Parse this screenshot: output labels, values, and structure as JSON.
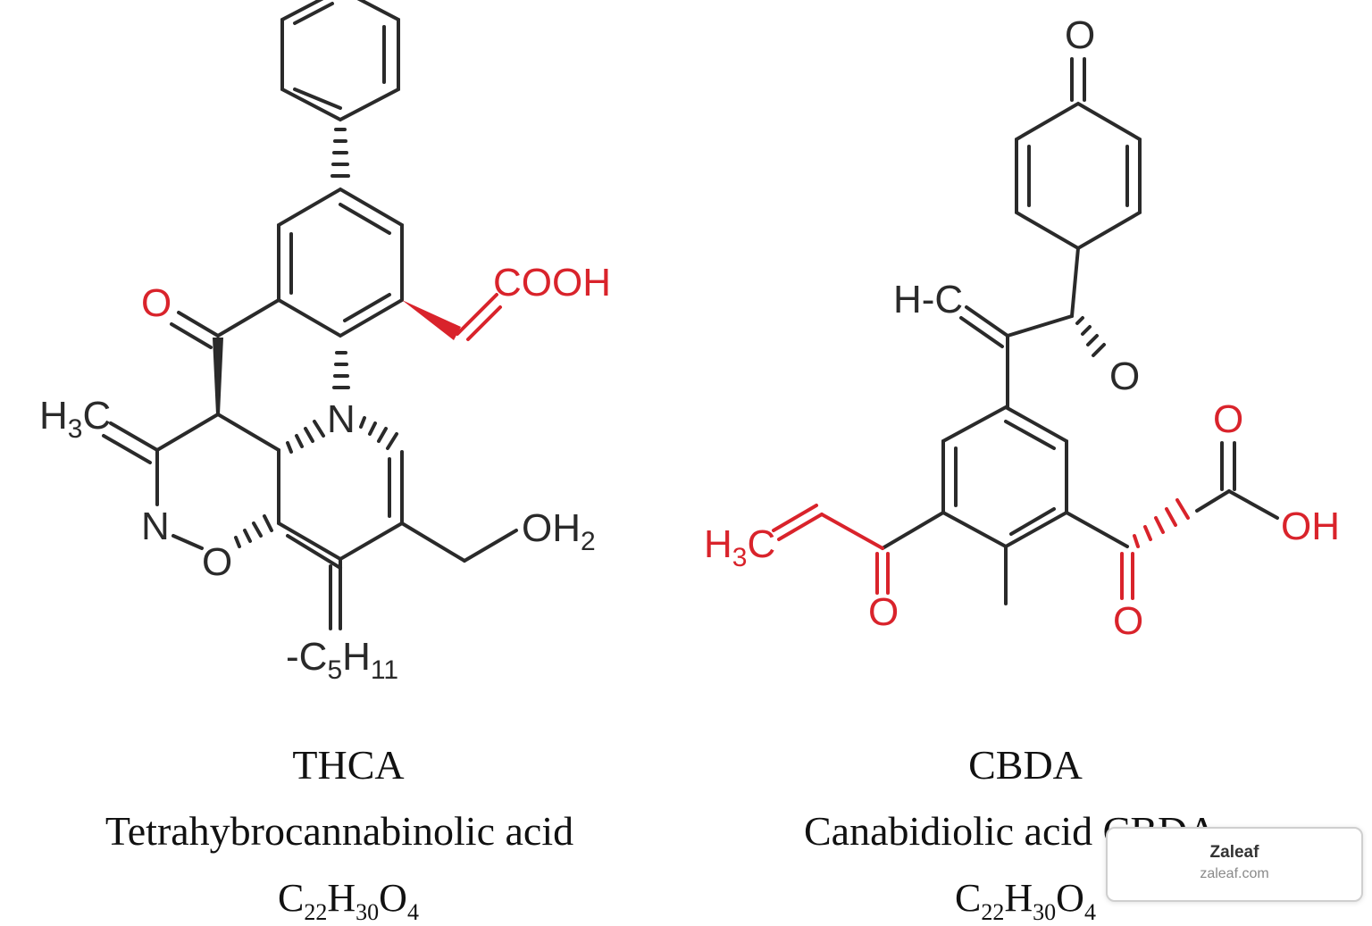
{
  "molecules": [
    {
      "abbrev": "THCA",
      "name": "Tetrahybrocannabinolic acid",
      "formula": {
        "c": "22",
        "h": "30",
        "o": "4"
      },
      "labels": {
        "cooh": "COOH",
        "ketone_o": "O",
        "h3c": "H",
        "h3c_sub": "3",
        "h3c_c": "C",
        "n_ring": "N",
        "n_link": "N",
        "o_ring": "O",
        "oh2": "OH",
        "oh2_sub": "2",
        "pentyl_pre": "-C",
        "pentyl_c_sub": "5",
        "pentyl_h": "H",
        "pentyl_h_sub": "11"
      }
    },
    {
      "abbrev": "CBDA",
      "name": "Canabidiolic acid CBDA",
      "formula": {
        "c": "22",
        "h": "30",
        "o": "4"
      },
      "labels": {
        "top_o": "O",
        "h_c": "H-C",
        "side_o": "O",
        "acid_o": "O",
        "oh": "OH",
        "h3c": "H",
        "h3c_sub": "3",
        "h3c_c": "C",
        "ketone_o_left": "O",
        "ketone_o_right": "O"
      }
    }
  ],
  "watermark": {
    "brand": "Zaleaf",
    "url": "zaleaf.com"
  },
  "colors": {
    "bond": "#2a2a2a",
    "highlight": "#d9232b",
    "text": "#111111"
  }
}
